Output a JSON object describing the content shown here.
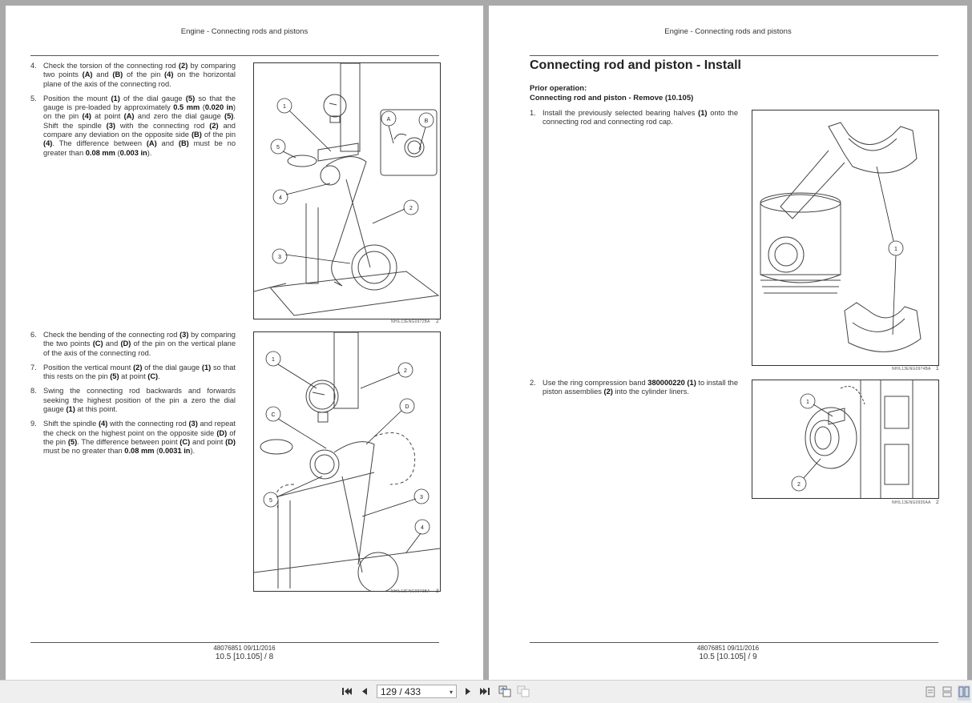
{
  "left_page": {
    "header": "Engine - Connecting rods and pistons",
    "steps_group1": [
      {
        "num": "4.",
        "html": "Check the torsion of the connecting rod <b>(2)</b> by comparing two points <b>(A)</b> and <b>(B)</b> of the pin <b>(4)</b> on the horizontal plane of the axis of the connecting rod."
      },
      {
        "num": "5.",
        "html": "Position the mount <b>(1)</b> of the dial gauge <b>(5)</b> so that the gauge is pre-loaded by approximately <b>0.5 mm</b> (<b>0.020 in</b>) on the pin <b>(4)</b> at point <b>(A)</b> and zero the dial gauge <b>(5)</b>. Shift the spindle <b>(3)</b> with the connecting rod <b>(2)</b> and compare any deviation on the opposite side <b>(B)</b> of the pin <b>(4)</b>. The difference between <b>(A)</b> and <b>(B)</b> must be no greater than <b>0.08 mm</b> (<b>0.003 in</b>)."
      }
    ],
    "steps_group2": [
      {
        "num": "6.",
        "html": "Check the bending of the connecting rod <b>(3)</b> by comparing the two points <b>(C)</b> and <b>(D)</b> of the pin on the vertical plane of the axis of the connecting rod."
      },
      {
        "num": "7.",
        "html": "Position the vertical mount <b>(2)</b> of the dial gauge <b>(1)</b> so that this rests on the pin <b>(5)</b> at point <b>(C)</b>."
      },
      {
        "num": "8.",
        "html": "Swing the connecting rod backwards and forwards seeking the highest position of the pin a zero the dial gauge <b>(1)</b> at this point."
      },
      {
        "num": "9.",
        "html": "Shift the spindle <b>(4)</b> with the connecting rod <b>(3)</b> and repeat the check on the highest point on the opposite side <b>(D)</b> of the pin <b>(5)</b>. The difference between point <b>(C)</b> and point <b>(D)</b> must be no greater than <b>0.08 mm</b> (<b>0.0031 in</b>)."
      }
    ],
    "figures": [
      {
        "caption": "NHIL13ENG0972BA",
        "number": "2",
        "callouts": [
          "1",
          "2",
          "3",
          "4",
          "5",
          "A",
          "B"
        ]
      },
      {
        "caption": "NHIL13ENG0973BA",
        "number": "3",
        "callouts": [
          "1",
          "2",
          "3",
          "4",
          "5",
          "C",
          "D"
        ]
      }
    ],
    "footer": {
      "line1": "48076851 09/11/2016",
      "line2": "10.5 [10.105] / 8"
    }
  },
  "right_page": {
    "header": "Engine - Connecting rods and pistons",
    "title": "Connecting rod and piston - Install",
    "prior_label": "Prior operation:",
    "prior_link": "Connecting rod and piston - Remove (10.105)",
    "steps_group1": [
      {
        "num": "1.",
        "html": "Install the previously selected bearing halves <b>(1)</b> onto the connecting rod and connecting rod cap."
      }
    ],
    "steps_group2": [
      {
        "num": "2.",
        "html": "Use the ring compression band <b>380000220</b> <b>(1)</b> to install the piston assemblies <b>(2)</b> into the cylinder liners."
      }
    ],
    "figures": [
      {
        "caption": "NHIL13ENG0974BA",
        "number": "1",
        "callouts": [
          "1"
        ]
      },
      {
        "caption": "NHIL13ENG0935AA",
        "number": "2",
        "callouts": [
          "1",
          "2"
        ]
      }
    ],
    "footer": {
      "line1": "48076851 09/11/2016",
      "line2": "10.5 [10.105] / 9"
    }
  },
  "toolbar": {
    "first_page": "first-page-icon",
    "prev_page": "prev-page-icon",
    "page_value": "129 / 433",
    "next_page": "next-page-icon",
    "last_page": "last-page-icon",
    "view_icons": [
      "single-page-view-icon",
      "continuous-view-icon",
      "two-page-view-icon"
    ]
  }
}
